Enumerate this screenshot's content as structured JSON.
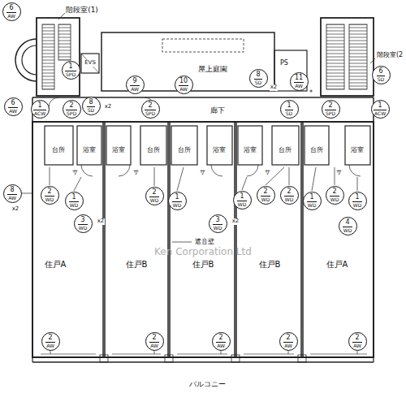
{
  "diagram": {
    "nodes": [
      {
        "text": [
          "6",
          "AW"
        ]
      },
      {
        "text": [
          "1",
          "SPD"
        ]
      },
      {
        "text": [
          "9",
          "AW"
        ]
      },
      {
        "text": [
          "10",
          "AW"
        ]
      },
      {
        "text": [
          "8",
          "SD"
        ]
      },
      {
        "text": [
          "11",
          "AW"
        ]
      },
      {
        "text": [
          "6",
          "SD"
        ]
      },
      {
        "text": [
          "6",
          "AW"
        ]
      },
      {
        "text": [
          "1",
          "ACW"
        ]
      },
      {
        "text": [
          "2",
          "SPD"
        ]
      },
      {
        "text": [
          "8",
          "SD"
        ]
      },
      {
        "text": [
          "2",
          "SPD"
        ]
      },
      {
        "text": [
          "1",
          "SD"
        ]
      },
      {
        "text": [
          "2",
          "SPD"
        ]
      },
      {
        "text": [
          "1",
          "ACW"
        ]
      },
      {
        "text": [
          "8",
          "AW"
        ]
      },
      {
        "text": [
          "2",
          "WD"
        ]
      },
      {
        "text": [
          "1",
          "WD"
        ]
      },
      {
        "text": [
          "3",
          "WD"
        ]
      },
      {
        "text": [
          "2",
          "WD"
        ]
      },
      {
        "text": [
          "1",
          "WD"
        ]
      },
      {
        "text": [
          "3",
          "WD"
        ]
      },
      {
        "text": [
          "1",
          "WD"
        ]
      },
      {
        "text": [
          "2",
          "WD"
        ]
      },
      {
        "text": [
          "2",
          "WD"
        ]
      },
      {
        "text": [
          "1",
          "WD"
        ]
      },
      {
        "text": [
          "2",
          "WD"
        ]
      },
      {
        "text": [
          "1",
          "WD"
        ]
      },
      {
        "text": [
          "4",
          "WD"
        ]
      },
      {
        "text": [
          "2",
          "AW"
        ]
      },
      {
        "text": [
          "2",
          "AW"
        ]
      },
      {
        "text": [
          "2",
          "AW"
        ]
      },
      {
        "text": [
          "2",
          "AW"
        ]
      },
      {
        "text": [
          "2",
          "AW"
        ]
      }
    ],
    "labels": [
      "階段室(1)",
      "階段室(2",
      "EVS",
      "屋上庭園",
      "PS",
      "廊下",
      "台所",
      "浴室",
      "浴室",
      "台所",
      "台所",
      "浴室",
      "浴室",
      "台所",
      "台所",
      "浴室",
      "住戸A",
      "住戸B",
      "住戸B",
      "住戸B",
      "住戸A",
      "遮音壁",
      "バルコニー",
      "Ken Corporation Ltd",
      "x2",
      "x2",
      "x2",
      "x2",
      "x2",
      "*",
      "サ",
      "サ",
      "サ",
      "サ",
      "サ"
    ]
  }
}
